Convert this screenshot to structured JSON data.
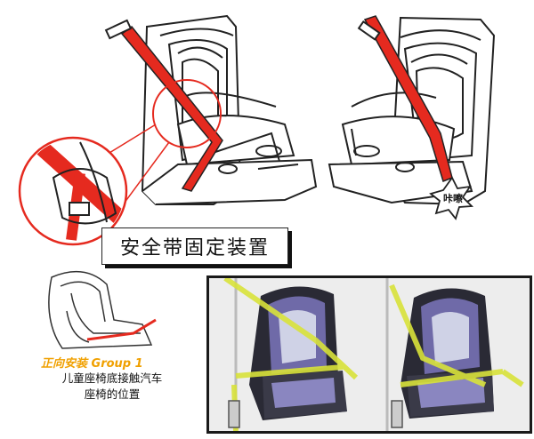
{
  "caption": "安全带固定装置",
  "badge": "咔嚓",
  "group_label": "正向安装 Group 1",
  "description_line1": "儿童座椅底接触汽车",
  "description_line2": "座椅的位置",
  "colors": {
    "belt_red": "#e52a1f",
    "belt_yellow": "#d8e23a",
    "group_orange": "#f0a000",
    "seat_purple": "#6f6aa8"
  }
}
